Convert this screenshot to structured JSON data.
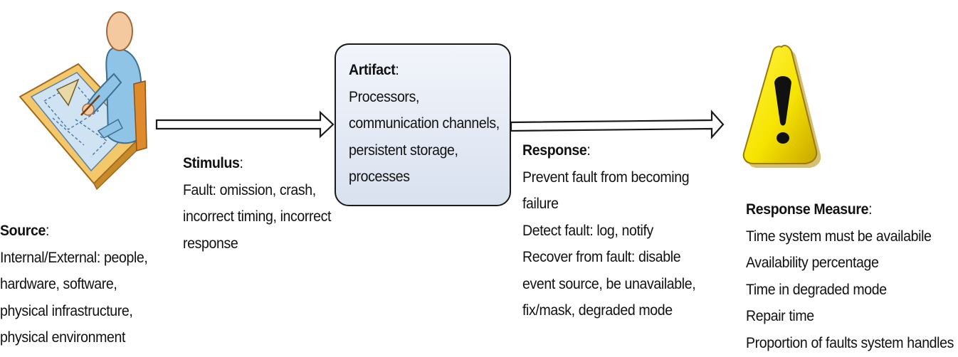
{
  "source": {
    "heading": "Source",
    "lines": [
      "Internal/External: people,",
      "hardware, software,",
      "physical infrastructure,",
      "physical environment"
    ]
  },
  "stimulus": {
    "heading": "Stimulus",
    "lines": [
      "Fault: omission, crash,",
      "incorrect timing, incorrect",
      "response"
    ]
  },
  "artifact": {
    "heading": "Artifact",
    "lines": [
      "Processors,",
      "communication channels,",
      "persistent storage,",
      "processes"
    ]
  },
  "response": {
    "heading": "Response",
    "lines": [
      "Prevent fault from becoming",
      "failure",
      "Detect fault: log, notify",
      "Recover from fault: disable",
      "event source, be unavailable,",
      "fix/mask,  degraded mode"
    ]
  },
  "response_measure": {
    "heading": "Response Measure",
    "lines": [
      "Time system must be availabile",
      "Availability percentage",
      "Time in degraded mode",
      "Repair time",
      "Proportion of faults system handles"
    ]
  },
  "icons": {
    "source": "person-at-drafting-table-icon",
    "measure": "warning-triangle-icon"
  },
  "colors": {
    "artifact_fill": "#dde4f0",
    "warning_yellow": "#f6e400",
    "person_shirt": "#8fc4e6",
    "drafting_table": "#f0c060"
  }
}
